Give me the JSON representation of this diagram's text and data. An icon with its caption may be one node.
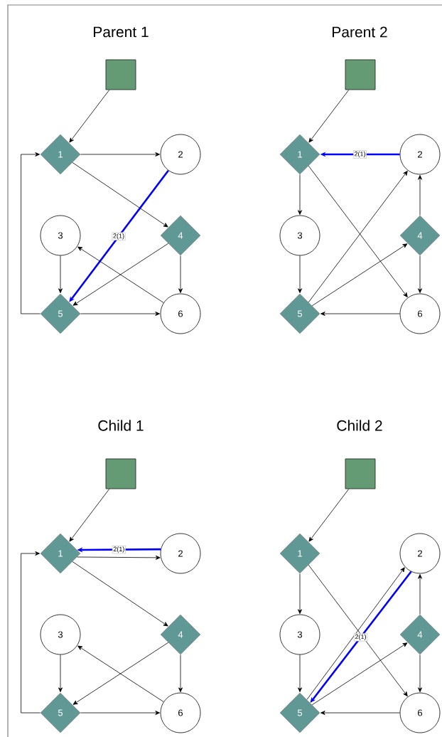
{
  "diagram": {
    "nodes": [
      {
        "text": [],
        "shape": "box"
      },
      {
        "text": [
          "1"
        ]
      },
      {
        "text": [
          "2"
        ]
      },
      {
        "text": [
          "3"
        ]
      },
      {
        "text": [
          "4"
        ]
      },
      {
        "text": [
          "5"
        ]
      },
      {
        "text": [
          "6"
        ]
      },
      {
        "text": [],
        "shape": "box"
      },
      {
        "text": [
          "1"
        ]
      },
      {
        "text": [
          "2"
        ]
      },
      {
        "text": [
          "3"
        ]
      },
      {
        "text": [
          "4"
        ]
      },
      {
        "text": [
          "5"
        ]
      },
      {
        "text": [
          "6"
        ]
      },
      {
        "text": [],
        "shape": "box"
      },
      {
        "text": [
          "1"
        ]
      },
      {
        "text": [
          "2"
        ]
      },
      {
        "text": [
          "3"
        ]
      },
      {
        "text": [
          "4"
        ]
      },
      {
        "text": [
          "5"
        ]
      },
      {
        "text": [
          "6"
        ]
      },
      {
        "text": [],
        "shape": "box"
      },
      {
        "text": [
          "1"
        ]
      },
      {
        "text": [
          "2"
        ]
      },
      {
        "text": [
          "3"
        ]
      },
      {
        "text": [
          "4"
        ]
      },
      {
        "text": [
          "5"
        ]
      },
      {
        "text": [
          "6"
        ]
      }
    ],
    "edges": [
      {
        "from": 0,
        "to": 1,
        "arrow": "to"
      },
      {
        "from": 1,
        "to": 2,
        "arrow": "to"
      },
      {
        "from": 1,
        "to": 4,
        "arrow": "to"
      },
      {
        "from": 2,
        "to": 5,
        "arrow": "to",
        "label": "2(1)",
        "style": "thick",
        "color": "#0000ff"
      },
      {
        "from": 4,
        "to": 5,
        "arrow": "to"
      },
      {
        "from": 4,
        "to": 6,
        "arrow": "to"
      },
      {
        "from": 3,
        "to": 5,
        "arrow": "to"
      },
      {
        "from": 6,
        "to": 3,
        "arrow": "to"
      },
      {
        "from": 5,
        "to": 6,
        "arrow": "to"
      },
      {
        "from": 5,
        "to": 1,
        "arrow": "to"
      },
      {
        "from": 7,
        "to": 8,
        "arrow": "to"
      },
      {
        "from": 9,
        "to": 8,
        "arrow": "to",
        "label": "2(1)",
        "style": "thick",
        "color": "#0000ff"
      },
      {
        "from": 8,
        "to": 10,
        "arrow": "to"
      },
      {
        "from": 8,
        "to": 13,
        "arrow": "to"
      },
      {
        "from": 10,
        "to": 12,
        "arrow": "to"
      },
      {
        "from": 12,
        "to": 9,
        "arrow": "to"
      },
      {
        "from": 12,
        "to": 11,
        "arrow": "to"
      },
      {
        "from": 11,
        "to": 9,
        "arrow": "to"
      },
      {
        "from": 11,
        "to": 13,
        "arrow": "to"
      },
      {
        "from": 13,
        "to": 12,
        "arrow": "to"
      },
      {
        "from": 14,
        "to": 15,
        "arrow": "to"
      },
      {
        "from": 16,
        "to": 15,
        "arrow": "to",
        "label": "2(1)",
        "style": "thick",
        "color": "#0000ff"
      },
      {
        "from": 15,
        "to": 16,
        "arrow": "to"
      },
      {
        "from": 15,
        "to": 18,
        "arrow": "to"
      },
      {
        "from": 18,
        "to": 19,
        "arrow": "to"
      },
      {
        "from": 18,
        "to": 20,
        "arrow": "to"
      },
      {
        "from": 17,
        "to": 19,
        "arrow": "to"
      },
      {
        "from": 20,
        "to": 17,
        "arrow": "to"
      },
      {
        "from": 19,
        "to": 20,
        "arrow": "to"
      },
      {
        "from": 19,
        "to": 15,
        "arrow": "to"
      },
      {
        "from": 21,
        "to": 22,
        "arrow": "to"
      },
      {
        "from": 22,
        "to": 24,
        "arrow": "to"
      },
      {
        "from": 22,
        "to": 27,
        "arrow": "to"
      },
      {
        "from": 24,
        "to": 26,
        "arrow": "to"
      },
      {
        "from": 26,
        "to": 23,
        "arrow": "to"
      },
      {
        "from": 23,
        "to": 26,
        "arrow": "to",
        "label": "2(1)",
        "style": "thick",
        "color": "#0000ff"
      },
      {
        "from": 26,
        "to": 25,
        "arrow": "to"
      },
      {
        "from": 25,
        "to": 23,
        "arrow": "to"
      },
      {
        "from": 25,
        "to": 27,
        "arrow": "to"
      },
      {
        "from": 27,
        "to": 26,
        "arrow": "to"
      }
    ],
    "labels": [
      "Parent 1",
      "Parent 2",
      "Child 1",
      "Child 2"
    ]
  }
}
